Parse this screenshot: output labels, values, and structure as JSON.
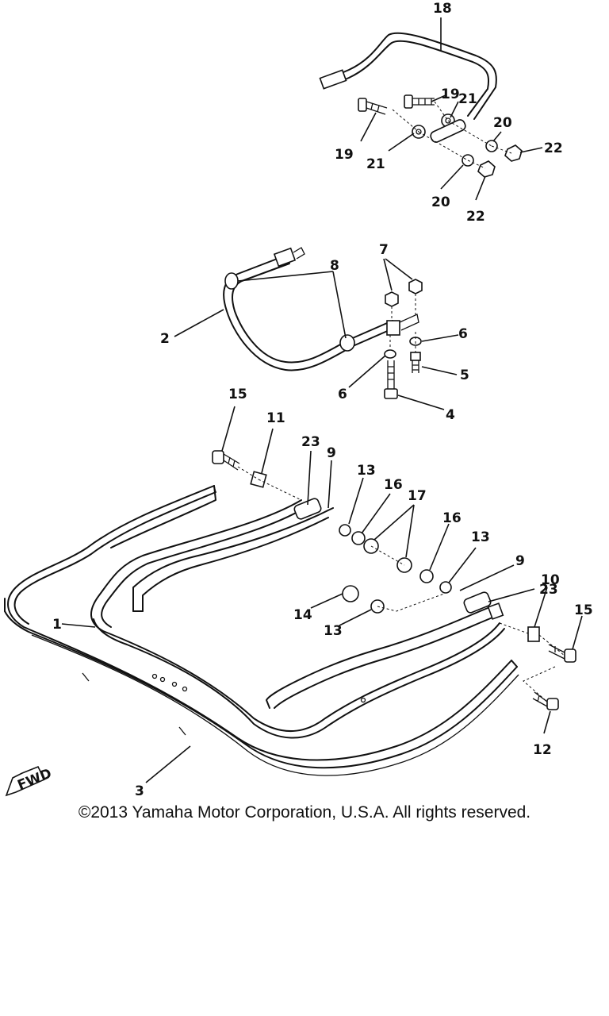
{
  "fwd_badge": "FWD",
  "callouts": {
    "c18": "18",
    "c19a": "19",
    "c21a": "21",
    "c19b": "19",
    "c21b": "21",
    "c20a": "20",
    "c22a": "22",
    "c20b": "20",
    "c22b": "22",
    "c7": "7",
    "c8": "8",
    "c2": "2",
    "c6a": "6",
    "c6b": "6",
    "c5": "5",
    "c4": "4",
    "c15a": "15",
    "c11": "11",
    "c23a": "23",
    "c9a": "9",
    "c13a": "13",
    "c16a": "16",
    "c17": "17",
    "c16b": "16",
    "c13b": "13",
    "c9b": "9",
    "c10": "10",
    "c23b": "23",
    "c15b": "15",
    "c14": "14",
    "c13c": "13",
    "c1": "1",
    "c12": "12",
    "c3": "3"
  },
  "copyright": "©2013 Yamaha Motor Corporation, U.S.A. All rights reserved."
}
